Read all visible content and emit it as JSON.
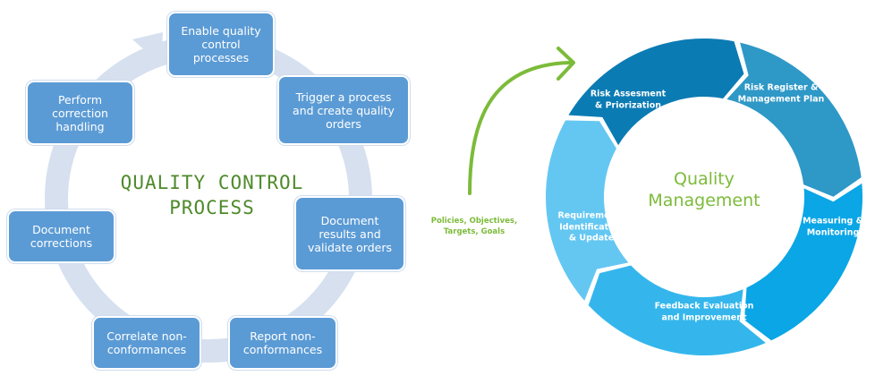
{
  "quality_control_process": {
    "title_line1": "QUALITY CONTROL",
    "title_line2": "PROCESS",
    "steps": [
      {
        "label": "Enable quality control processes"
      },
      {
        "label": "Trigger a process and create quality orders"
      },
      {
        "label": "Document results and validate orders"
      },
      {
        "label": "Report non-conformances"
      },
      {
        "label": "Correlate non-conformances"
      },
      {
        "label": "Document corrections"
      },
      {
        "label": "Perform correction handling"
      }
    ],
    "colors": {
      "box": "#5b9bd5",
      "ring": "#d6e0ef",
      "title": "#4e8a2a"
    }
  },
  "quality_management": {
    "center_line1": "Quality",
    "center_line2": "Management",
    "input_label_line1": "Policies, Objectives,",
    "input_label_line2": "Targets, Goals",
    "segments": [
      {
        "line1": "Risk Assesment",
        "line2": "& Priorization",
        "line3": "",
        "color": "#0b7bb3"
      },
      {
        "line1": "Risk Register &",
        "line2": "Management Plan",
        "line3": "",
        "color": "#2e98c7"
      },
      {
        "line1": "Measuring &",
        "line2": "Monitoring",
        "line3": "",
        "color": "#0aa6e6"
      },
      {
        "line1": "Feedback Evaluation",
        "line2": "and Improvement",
        "line3": "",
        "color": "#34b6ec"
      },
      {
        "line1": "Requirements",
        "line2": "Identification",
        "line3": "& Update",
        "color": "#64c7f2"
      }
    ],
    "colors": {
      "accent_green": "#7cbb3a"
    }
  }
}
